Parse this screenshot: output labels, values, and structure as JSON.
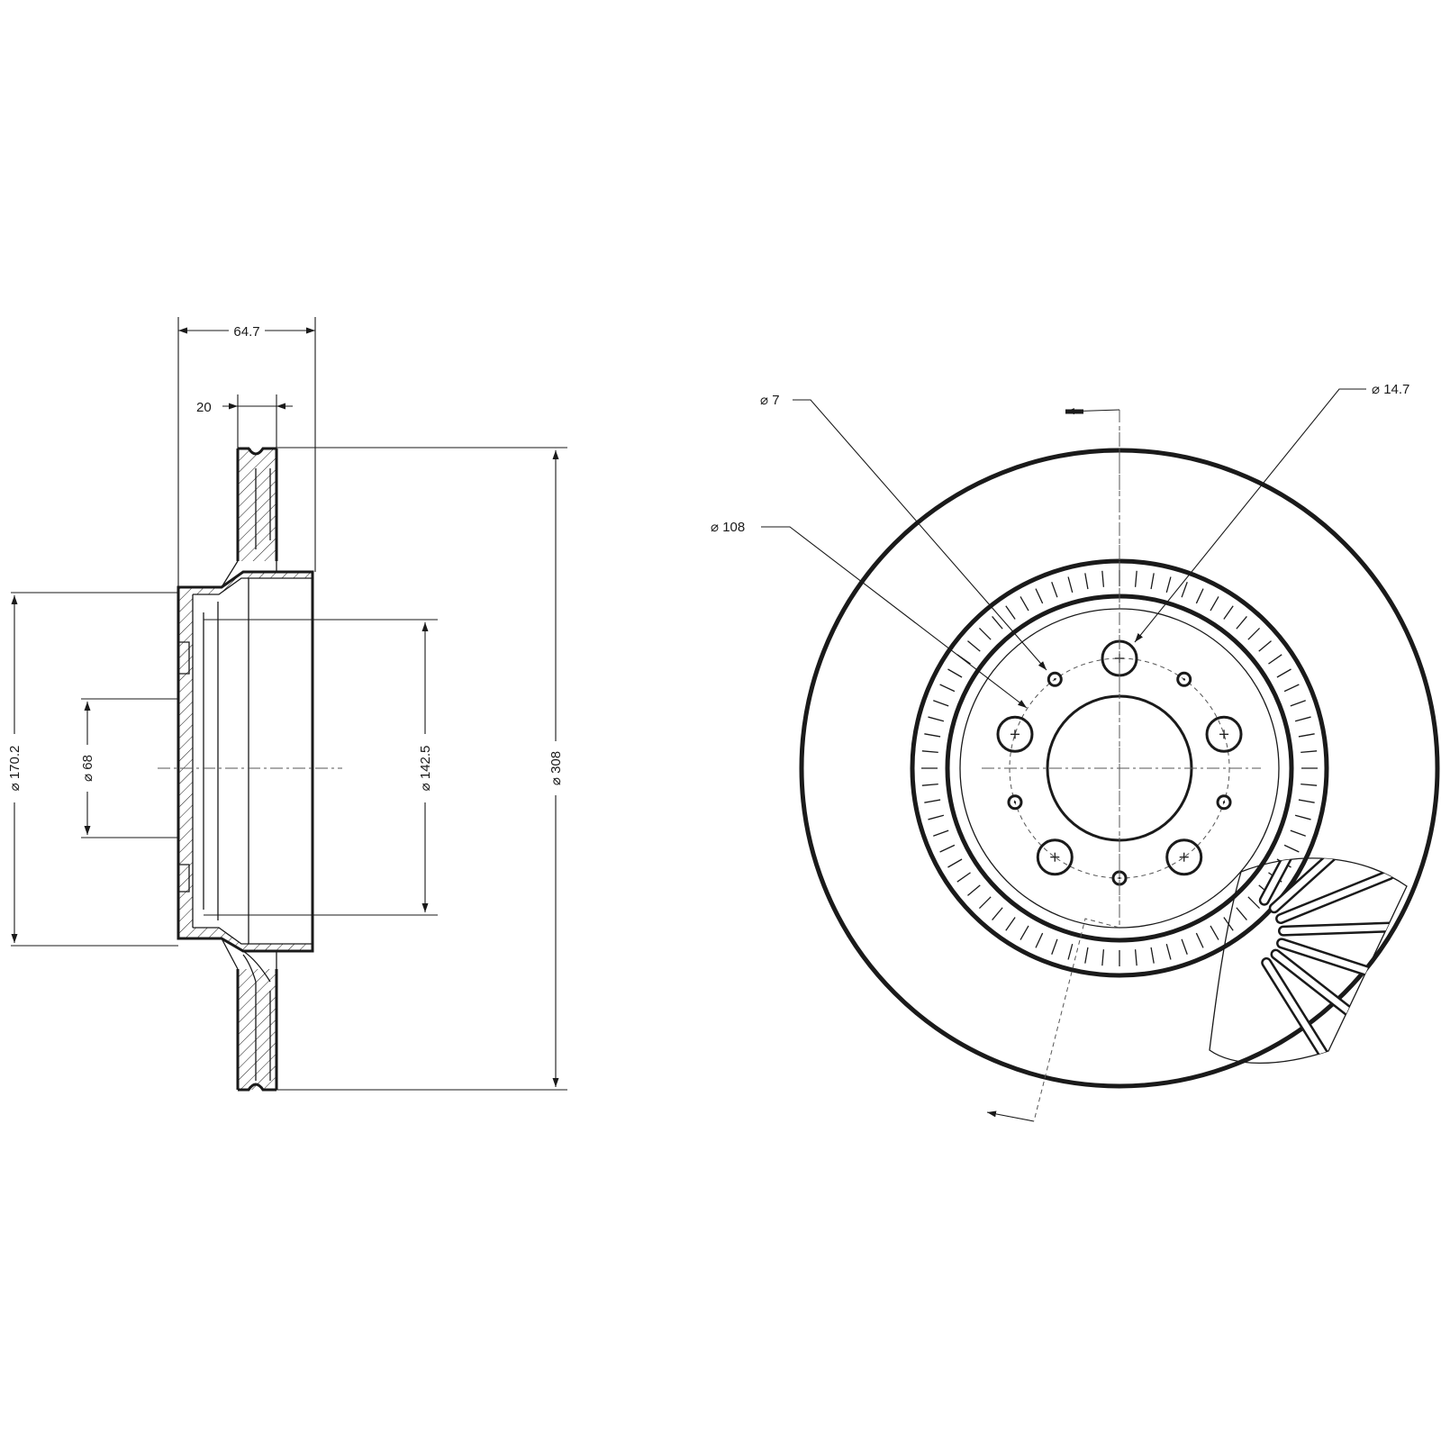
{
  "drawing": {
    "dimensions": {
      "overall_width": "64.7",
      "disc_thickness": "20",
      "outer_diameter": "⌀ 308",
      "hat_diameter": "⌀ 170.2",
      "center_bore_side": "⌀ 68",
      "inner_hat_diameter": "⌀ 142.5",
      "small_hole": "⌀ 7",
      "bolt_circle": "⌀ 108",
      "bolt_hole": "⌀ 14.7"
    },
    "colors": {
      "line": "#1a1a1a",
      "background": "#ffffff"
    }
  }
}
